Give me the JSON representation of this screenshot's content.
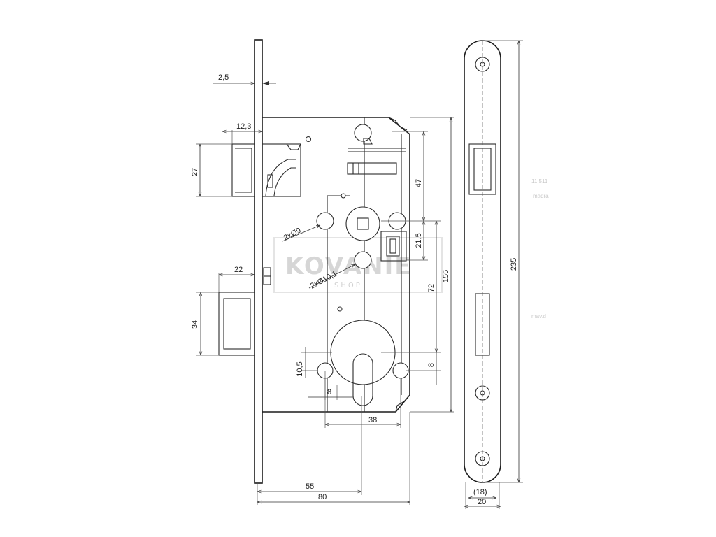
{
  "dimensions": {
    "faceplate_thickness": "2,5",
    "latch_projection": "12,3",
    "latch_height": "27",
    "bolt_projection": "22",
    "bolt_height": "34",
    "top_to_follower": "47",
    "follower_to_hole": "21,5",
    "follower_to_cylinder": "72",
    "body_height": "155",
    "hole_diameter_small": "2xØ9",
    "hole_diameter_large": "2xØ10,1",
    "cylinder_hole_offset_v": "10,5",
    "cylinder_hole_offset_h": "8",
    "cylinder_center_offset": "8",
    "cylinder_hole_spacing": "38",
    "backset": "55",
    "body_depth": "80",
    "front_height": "235",
    "front_width_inner": "(18)",
    "front_width": "20"
  },
  "watermark": {
    "brand": "KOVANIE",
    "sub": "SHOP"
  },
  "faint_notes": [
    "11 511",
    "madra",
    "mavzl"
  ]
}
